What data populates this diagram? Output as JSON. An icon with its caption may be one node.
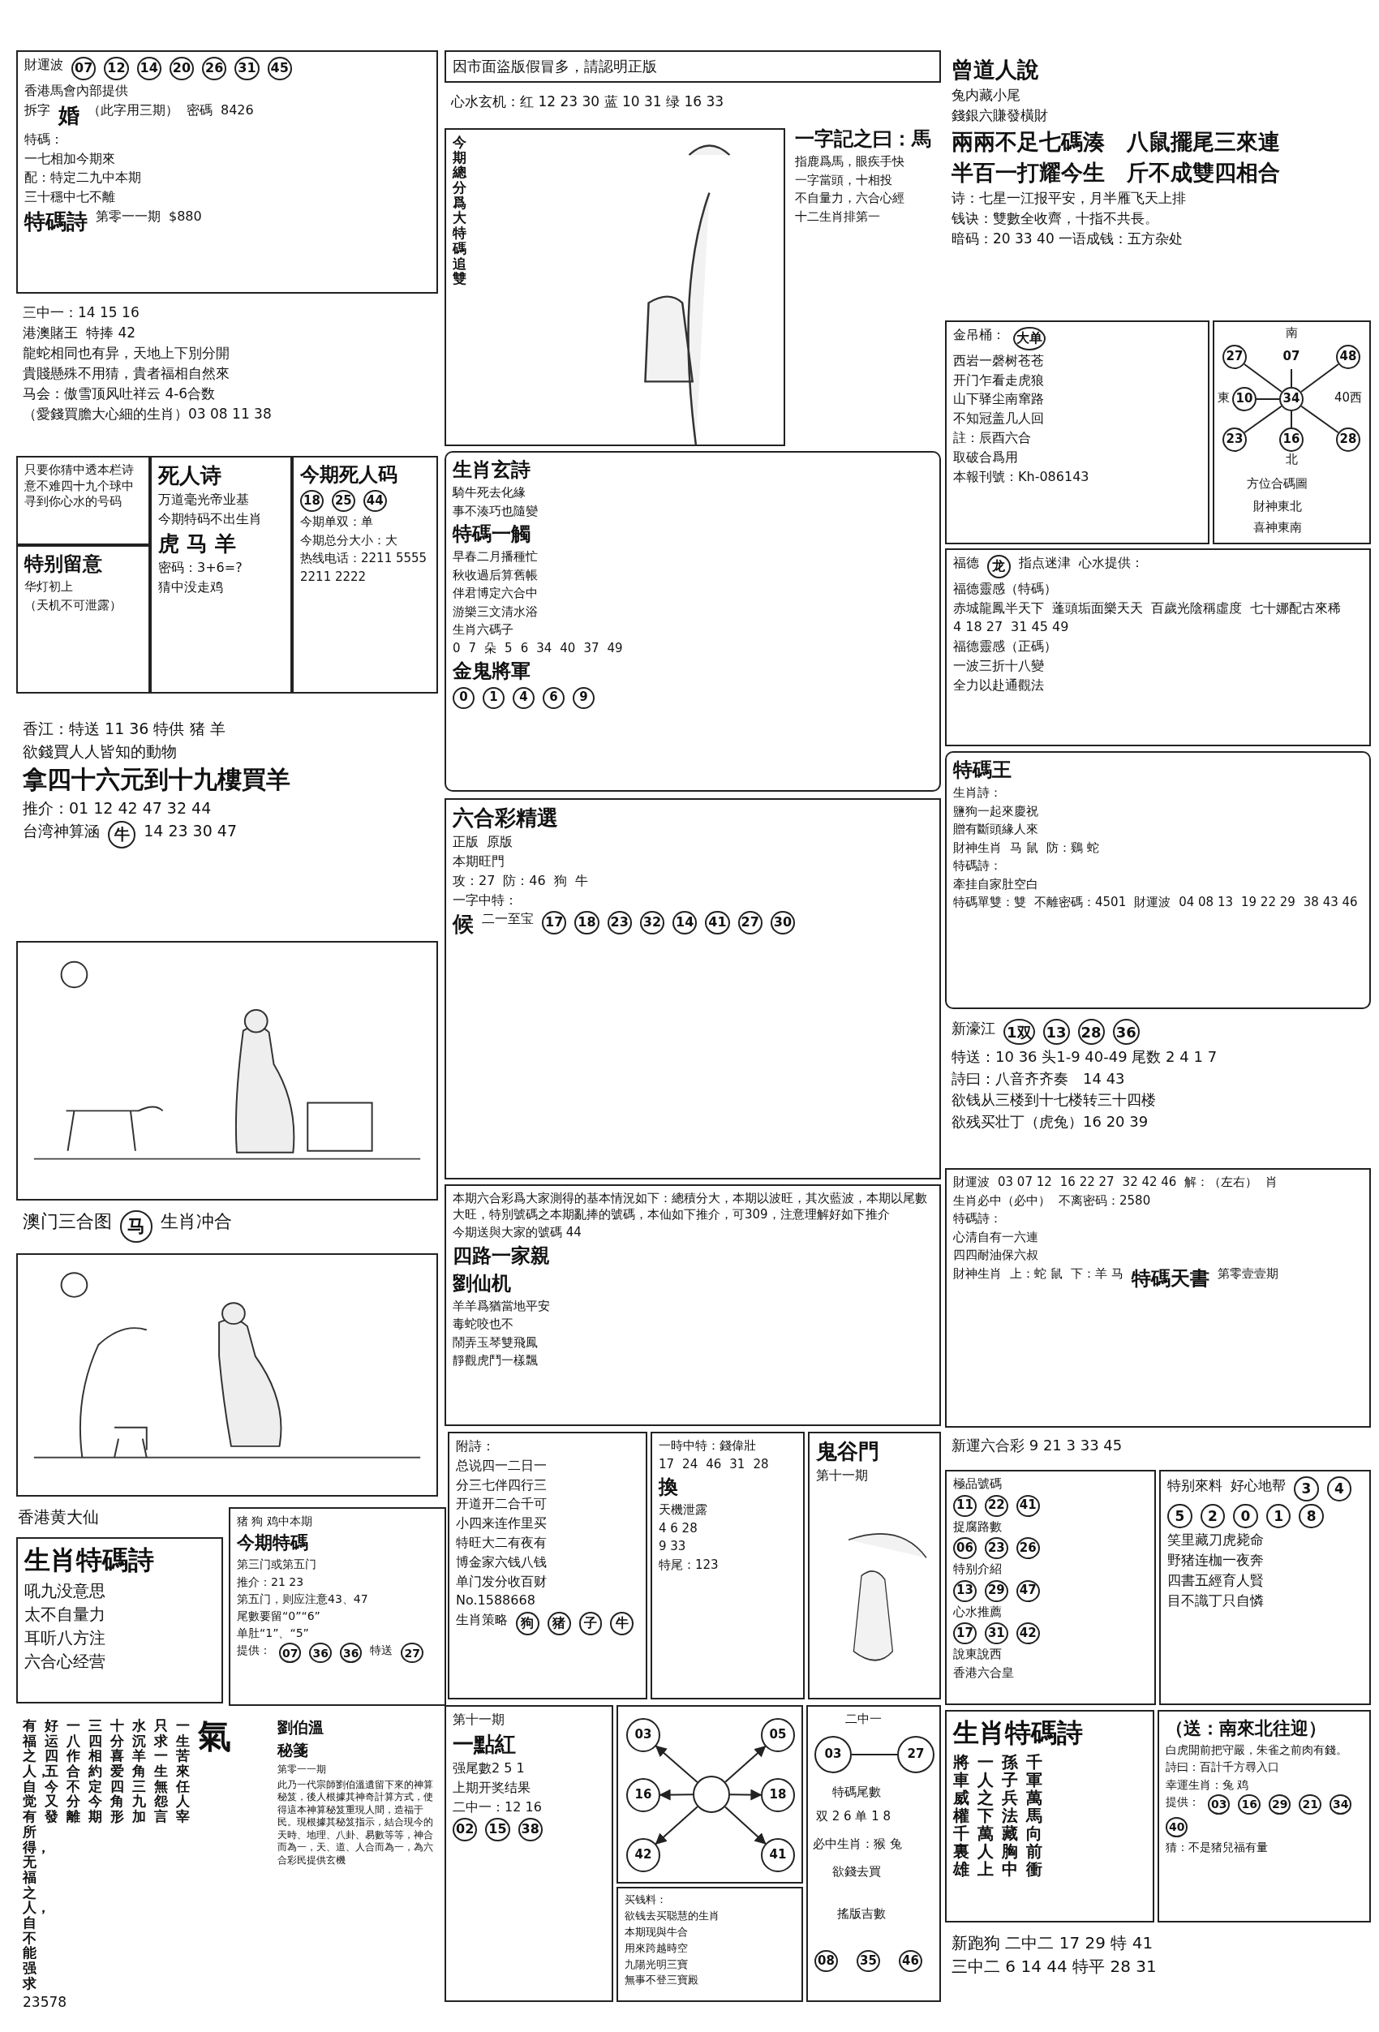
{
  "diagram": {
    "nodes": [
      {
        "text": [
          "財運波",
          "07",
          "12",
          "14",
          "20",
          "26",
          "31",
          "45",
          "香港馬會內部提供",
          "拆字",
          "婚",
          "（此字用三期）",
          "密碼",
          "8426",
          "特碼：",
          "一七相加今期來",
          "配：特定二九中本期",
          "三十穩中七不離",
          "特碼詩",
          "第零一一期",
          "$880"
        ]
      },
      {
        "text": [
          "三中一：14 15 16",
          "港澳賭王",
          "特捧 42",
          "龍蛇相同也有异，天地上下別分開",
          "貴賤懸殊不用猜，貴者福相自然來",
          "马会：傲雪顶风吐祥云 4-6合数",
          "（愛錢買膽大心細的生肖）03 08 11 38"
        ]
      },
      {
        "text": [
          "只要你猜中透本栏诗意不难四十九个球中寻到你心水的号码"
        ]
      },
      {
        "text": [
          "特别留意",
          "华灯初上",
          "（天机不可泄露）"
        ]
      },
      {
        "text": [
          "死人诗",
          "万道毫光帝业基",
          "今期特码不出生肖",
          "虎 马 羊",
          "密码：3+6=?",
          "猜中没走鸡"
        ]
      },
      {
        "text": [
          "今期死人码",
          "18",
          "25",
          "44",
          "今期单双：单",
          "今期总分大小：大",
          "热线电话：2211 5555",
          "2211 2222"
        ]
      },
      {
        "text": [
          "香江：特送 11 36 特供 猪 羊",
          "欲錢買人人皆知的動物",
          "拿四十六元到十九樓買羊",
          "推介：01 12 42 47 32 44",
          "台湾神算涵",
          "牛",
          "14 23 30 47"
        ]
      },
      {
        "text": [],
        "shape": "picture"
      },
      {
        "text": [
          "澳门三合图",
          "马",
          "生肖冲合"
        ]
      },
      {
        "text": [],
        "shape": "picture"
      },
      {
        "text": [
          "香港黄大仙",
          "生肖特碼詩",
          "吼九没意思",
          "太不自量力",
          "耳听八方注",
          "六合心经营"
        ]
      },
      {
        "text": [
          "猪 狗 鸡中本期",
          "今期特碼",
          "第三门或第五门",
          "推介：21 23",
          "第五门，则应注意43、47",
          "尾數要留“0”“6”",
          "单肚“1”、“5”",
          "提供：",
          "07",
          "36",
          "36",
          "特送",
          "27"
        ]
      },
      {
        "text": [
          "有福之人，自觉有所得，无福之人，自不能强求",
          "好运四五今又發",
          "一八作合不分離",
          "三四相約定今期",
          "十分喜爱四角形",
          "水沉羊角三九加",
          "只求一生無怨言",
          "一生苦來任人宰",
          "氣",
          "23578"
        ]
      },
      {
        "text": [
          "劉伯溫",
          "秘箋",
          "第零一一期",
          "此乃一代宗師劉伯溫遺留下來的神算秘笈，後人根據其神奇計算方式，使得這本神算秘笈重現人間，造福于民。現根據其秘笈指示，結合現今的天時、地理、八卦、易數等等，神合而為一，天、道、人合而為一，為六合彩民提供玄機"
        ]
      },
      {
        "text": [
          "因市面盜版假冒多，請認明正版"
        ]
      },
      {
        "text": [
          "心水玄机：红 12 23 30 蓝 10 31 绿 16 33"
        ]
      },
      {
        "text": [
          "今期總分爲大特碼追雙"
        ]
      },
      {
        "text": [
          "一字記之曰：馬",
          "指鹿爲馬，眼疾手快",
          "一字當頭，十相投",
          "不自量力，六合心經",
          "十二生肖排第一"
        ]
      },
      {
        "text": [
          "生肖玄詩",
          "騎牛死去化緣",
          "事不湊巧也隨變",
          "特碼一觸",
          "早春二月播種忙",
          "秋收過后算舊帳",
          "伴君博定六合中",
          "游樂三文清水浴",
          "生肖六碼子",
          "0",
          "7",
          "朵",
          "5",
          "6",
          "34",
          "40",
          "37",
          "49",
          "金鬼將軍",
          "0",
          "1",
          "4",
          "6",
          "9"
        ]
      },
      {
        "text": [
          "六合彩精選",
          "正版",
          "原版",
          "本期旺門",
          "攻：27",
          "防：46",
          "狗",
          "牛",
          "一字中特：",
          "候",
          "二一至宝",
          "17",
          "18",
          "23",
          "32",
          "14",
          "41",
          "27",
          "30"
        ]
      },
      {
        "text": [
          "本期六合彩爲大家測得的基本情況如下：總積分大，本期以波旺，其次藍波，本期以尾數大旺，特別號碼之本期亂捧的號碼，本仙如下推介，可309，注意理解好如下推介",
          "今期送與大家的號碼 44",
          "四路一家親",
          "劉仙机",
          "羊羊爲猶當地平安",
          "毒蛇咬也不",
          "鬧弄玉琴雙飛鳳",
          "靜觀虎鬥一樣飄"
        ]
      },
      {
        "text": [
          "附詩：",
          "总说四一二日一",
          "分三七伴四行三",
          "开道开二合千可",
          "小四来连作里买",
          "特旺大二有夜有",
          "博金家六钱八钱",
          "单门发分收百财",
          "No.1588668",
          "生肖策略",
          "狗",
          "猪",
          "子",
          "牛"
        ]
      },
      {
        "text": [
          "一時中特：錢偉壯",
          "17",
          "24",
          "46",
          "31",
          "28",
          "換",
          "天機泄露",
          "4 6 28",
          "9 33",
          "特尾：123"
        ]
      },
      {
        "text": [
          "鬼谷門",
          "第十一期"
        ]
      },
      {
        "text": [
          "第十一期",
          "一點紅",
          "强尾數2 5 1",
          "上期开奖结果",
          "二中一：12 16",
          "02",
          "15",
          "38"
        ]
      },
      {
        "text": [],
        "shape": "box"
      },
      {
        "text": [
          "买钱料：",
          "欲钱去买聪慧的生肖",
          "本期现與牛合",
          "用來跨越時空",
          "九陽光明三寶",
          "無事不登三寶殿"
        ]
      },
      {
        "text": [
          "二中一",
          "特碼尾數",
          "双 2 6 单 1 8",
          "必中生肖：猴 兔",
          "欲錢去買",
          "搖版吉數",
          "08",
          "35",
          "46"
        ]
      },
      {
        "text": [
          "曾道人說",
          "兔内藏小尾",
          "錢銀六賺發橫財",
          "兩兩不足七碼湊　八鼠擺尾三來連",
          "半百一打耀今生　斤不成雙四相合",
          "诗：七星一江报平安，月半雁飞天上排",
          "钱诀：雙數全收齊，十指不共長。",
          "暗码：20 33 40 一语成钱：五方杂处"
        ]
      },
      {
        "text": [
          "金吊桶：",
          "大单",
          "西岩一磬树苍苍",
          "开门乍看走虎狼",
          "山下驿尘南窜路",
          "不知冠盖几人回",
          "註：辰酉六合",
          "取破合爲用",
          "本報刊號：Kh-086143"
        ]
      },
      {
        "text": [
          "南",
          "東",
          "40西",
          "北",
          "方位合碼圖",
          "財神東北",
          "喜神東南"
        ]
      },
      {
        "text": [
          "福德",
          "龙",
          "指点迷津",
          "心水提供：",
          "福德靈感（特碼）",
          "赤城龍鳳半天下",
          "蓬頭垢面樂天天",
          "百歲光陰稱虛度",
          "七十娜配古來稀",
          "4 18 27",
          "31 45 49",
          "福德靈感（正碼）",
          "一波三折十八變",
          "全力以赴通觀法"
        ]
      },
      {
        "text": [
          "特碼王",
          "生肖詩：",
          "鹽狗一起來慶祝",
          "贈有斷頭緣人來",
          "財神生肖",
          "马 鼠",
          "防：鷄 蛇",
          "特碼詩：",
          "牽挂自家肚空白",
          "特碼單雙：雙",
          "不離密碼：4501",
          "財運波",
          "04 08 13",
          "19 22 29",
          "38 43 46"
        ]
      },
      {
        "text": [
          "新濠江",
          "1双",
          "13",
          "28",
          "36",
          "特送：10 36 头1-9 40-49 尾数 2 4 1 7",
          "詩曰：八音齐齐奏　14 43",
          "欲钱从三楼到十七楼转三十四楼",
          "欲残买壮丁（虎兔）16 20 39"
        ]
      },
      {
        "text": [
          "財運波",
          "03 07 12",
          "16 22 27",
          "32 42 46",
          "解：（左右）",
          "肖",
          "生肖必中（必中）",
          "不离密码：2580",
          "特碼詩：",
          "心清自有一六連",
          "四四耐油保六叔",
          "財神生肖",
          "上：蛇 鼠",
          "下：羊 马",
          "特碼天書",
          "第零壹壹期"
        ]
      },
      {
        "text": [
          "新運六合彩 9 21 3 33 45"
        ]
      },
      {
        "text": [
          "極品號碼",
          "11",
          "22",
          "41",
          "捉腐路數",
          "06",
          "23",
          "26",
          "特别介紹",
          "13",
          "29",
          "47",
          "心水推薦",
          "17",
          "31",
          "42",
          "說東說西",
          "香港六合皇"
        ]
      },
      {
        "text": [
          "特别來料",
          "好心地帮",
          "3",
          "4",
          "5",
          "2",
          "0",
          "1",
          "8",
          "笑里藏刀虎毙命",
          "野猪连枷一夜奔",
          "四書五經育人賢",
          "目不識丁只自憐"
        ]
      },
      {
        "text": [
          "生肖特碼詩",
          "將車威權千裏雄",
          "一人之下萬人上",
          "孫子兵法藏胸中",
          "千軍萬馬向前衝"
        ]
      },
      {
        "text": [
          "（送：南來北往迎）",
          "白虎開前把守嚴，朱雀之前肉有錢。",
          "詩曰：百計千方尋入口",
          "幸運生肖：兔 鸡",
          "提供：",
          "03",
          "16",
          "29",
          "21",
          "34",
          "40",
          "猜：不是猪兒福有量"
        ]
      },
      {
        "text": [
          "新跑狗 二中二 17 29 特 41",
          "三中二 6 14 44 特平 28 31"
        ]
      },
      {
        "text": [
          "27"
        ],
        "in": 30
      },
      {
        "text": [
          "07"
        ],
        "in": 30
      },
      {
        "text": [
          "48"
        ],
        "in": 30
      },
      {
        "text": [
          "10"
        ],
        "in": 30
      },
      {
        "text": [
          "34"
        ],
        "in": 30
      },
      {
        "text": [
          "23"
        ],
        "in": 30
      },
      {
        "text": [
          "16"
        ],
        "in": 30
      },
      {
        "text": [
          "28"
        ],
        "in": 30
      },
      {
        "text": [],
        "shape": "circle",
        "in": 25
      },
      {
        "text": [
          "03"
        ],
        "in": 25
      },
      {
        "text": [
          "16"
        ],
        "in": 25
      },
      {
        "text": [
          "42"
        ],
        "in": 25
      },
      {
        "text": [
          "05"
        ],
        "in": 25
      },
      {
        "text": [
          "18"
        ],
        "in": 25
      },
      {
        "text": [
          "41"
        ],
        "in": 25
      },
      {
        "text": [
          "03"
        ],
        "in": 27
      },
      {
        "text": [
          "27"
        ],
        "in": 27
      }
    ],
    "edges": [
      {
        "from": 45,
        "to": 41,
        "arrow": "none"
      },
      {
        "from": 45,
        "to": 42,
        "arrow": "none"
      },
      {
        "from": 45,
        "to": 43,
        "arrow": "none"
      },
      {
        "from": 45,
        "to": 44,
        "arrow": "none"
      },
      {
        "from": 45,
        "to": 46,
        "arrow": "none"
      },
      {
        "from": 45,
        "to": 47,
        "arrow": "none"
      },
      {
        "from": 45,
        "to": 48,
        "arrow": "none"
      },
      {
        "from": 49,
        "to": 50,
        "arrow": "to"
      },
      {
        "from": 49,
        "to": 51,
        "arrow": "to"
      },
      {
        "from": 49,
        "to": 52,
        "arrow": "to"
      },
      {
        "from": 49,
        "to": 53,
        "arrow": "to"
      },
      {
        "from": 49,
        "to": 54,
        "arrow": "to"
      },
      {
        "from": 49,
        "to": 55,
        "arrow": "to"
      },
      {
        "from": 56,
        "to": 57,
        "arrow": "none"
      }
    ]
  }
}
